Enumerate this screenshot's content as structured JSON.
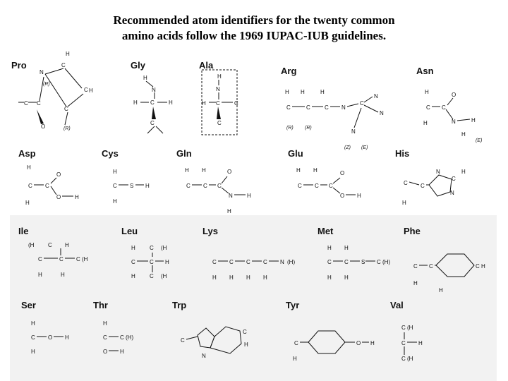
{
  "title": {
    "line1": "Recommended atom identifiers for the twenty common",
    "line2": "amino acids follow the 1969 IUPAC-IUB guidelines."
  },
  "amino_acids": [
    {
      "key": "pro",
      "name": "Pro"
    },
    {
      "key": "gly",
      "name": "Gly"
    },
    {
      "key": "ala",
      "name": "Ala"
    },
    {
      "key": "arg",
      "name": "Arg"
    },
    {
      "key": "asn",
      "name": "Asn"
    },
    {
      "key": "asp",
      "name": "Asp"
    },
    {
      "key": "cys",
      "name": "Cys"
    },
    {
      "key": "gln",
      "name": "Gln"
    },
    {
      "key": "glu",
      "name": "Glu"
    },
    {
      "key": "his",
      "name": "His"
    },
    {
      "key": "ile",
      "name": "Ile"
    },
    {
      "key": "leu",
      "name": "Leu"
    },
    {
      "key": "lys",
      "name": "Lys"
    },
    {
      "key": "met",
      "name": "Met"
    },
    {
      "key": "phe",
      "name": "Phe"
    },
    {
      "key": "ser",
      "name": "Ser"
    },
    {
      "key": "thr",
      "name": "Thr"
    },
    {
      "key": "trp",
      "name": "Trp"
    },
    {
      "key": "tyr",
      "name": "Tyr"
    },
    {
      "key": "val",
      "name": "Val"
    }
  ],
  "colors": {
    "background": "#ffffff",
    "lower_band": "#f2f2f2",
    "ink": "#111111"
  }
}
